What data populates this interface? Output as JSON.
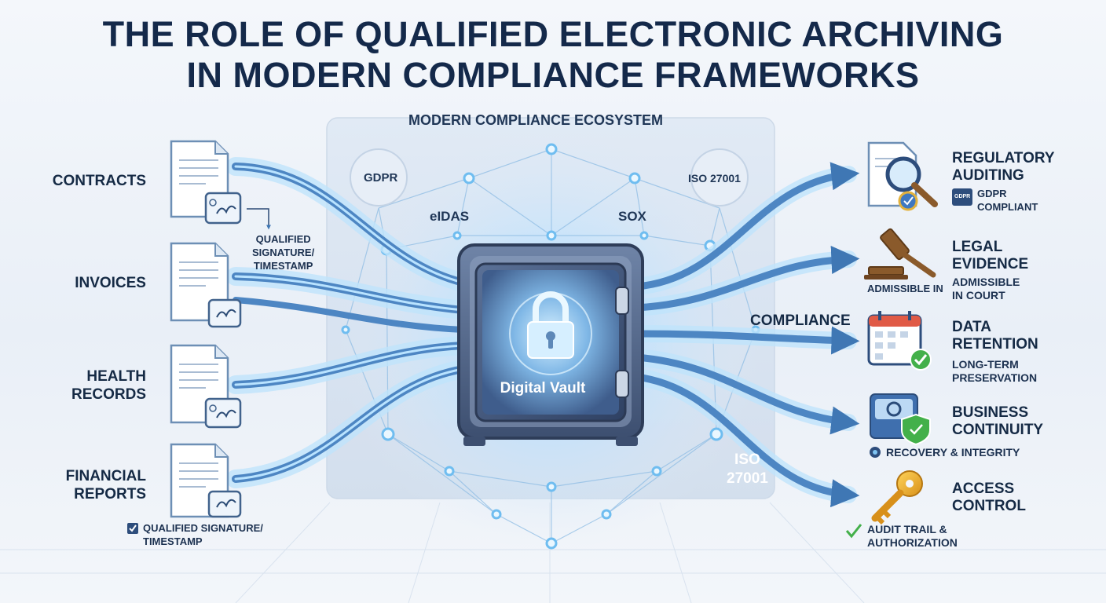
{
  "title": {
    "line1": "THE ROLE OF QUALIFIED ELECTRONIC ARCHIVING",
    "line2": "IN MODERN COMPLIANCE FRAMEWORKS"
  },
  "ecosystem": {
    "label": "MODERN COMPLIANCE ECOSYSTEM",
    "standards": [
      "GDPR",
      "ISO 27001",
      "eIDAS",
      "SOX"
    ],
    "iso_lower_line1": "ISO",
    "iso_lower_line2": "27001"
  },
  "vault": {
    "label": "Digital Vault"
  },
  "inputs": [
    {
      "line1": "CONTRACTS",
      "line2": ""
    },
    {
      "line1": "INVOICES",
      "line2": ""
    },
    {
      "line1": "HEALTH",
      "line2": "RECORDS"
    },
    {
      "line1": "FINANCIAL",
      "line2": "REPORTS"
    }
  ],
  "signature_note_top": {
    "line1": "QUALIFIED",
    "line2": "SIGNATURE/",
    "line3": "TIMESTAMP"
  },
  "signature_note_bottom": {
    "line1": "QUALIFIED SIGNATURE/",
    "line2": "TIMESTAMP"
  },
  "compliance_label": "COMPLIANCE",
  "outputs": [
    {
      "title1": "REGULATORY",
      "title2": "AUDITING",
      "sub1": "GDPR",
      "sub2": "COMPLIANT",
      "badge": "GDPR"
    },
    {
      "title1": "LEGAL",
      "title2": "EVIDENCE",
      "sub1": "ADMISSIBLE",
      "sub2": "IN COURT",
      "extra": "ADMISSIBLE IN"
    },
    {
      "title1": "DATA",
      "title2": "RETENTION",
      "sub1": "LONG-TERM",
      "sub2": "PRESERVATION"
    },
    {
      "title1": "BUSINESS",
      "title2": "CONTINUITY",
      "sub1": "RECOVERY & INTEGRITY",
      "sub2": ""
    },
    {
      "title1": "ACCESS",
      "title2": "CONTROL",
      "sub1": "AUDIT TRAIL &",
      "sub2": "AUTHORIZATION"
    }
  ],
  "icons": {
    "document": "document-icon",
    "signature": "signature-stamp-icon",
    "lock": "padlock-icon",
    "magnifier": "magnifier-icon",
    "gavel": "gavel-icon",
    "calendar": "calendar-icon",
    "shield": "shield-icon",
    "key": "key-icon",
    "check": "check-icon"
  },
  "colors": {
    "title": "#14294a",
    "flow": "#4f86c0",
    "flow_glow": "#bfe6ff",
    "vault": "#4a5f84",
    "node": "#7fc4f2",
    "key": "#e9a825",
    "check": "#43b04a"
  }
}
